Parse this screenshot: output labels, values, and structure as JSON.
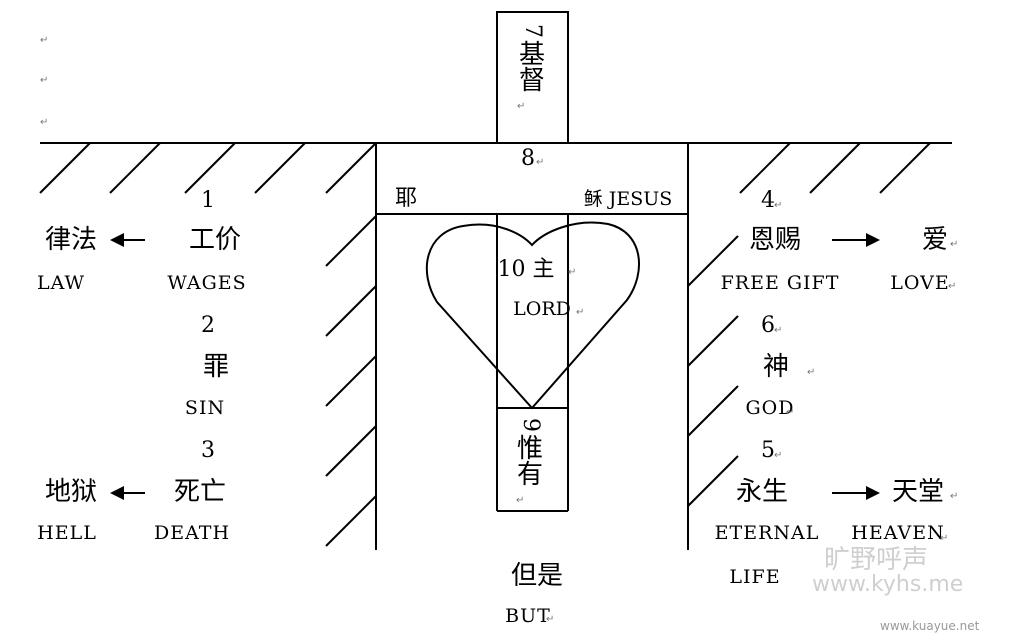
{
  "cross_top": {
    "number": "7",
    "chars": [
      "基",
      "督"
    ]
  },
  "bar_number": "8",
  "left_beam": "耶",
  "right_beam": "稣 JESUS",
  "heart": {
    "number_label": "10 主",
    "english": "LORD"
  },
  "cross_bottom": {
    "number": "9",
    "chars": [
      "惟",
      "有"
    ]
  },
  "left_column": {
    "num1": "1",
    "wages_cn": "工价",
    "wages_en": "WAGES",
    "num2": "2",
    "sin_cn": "罪",
    "sin_en": "SIN",
    "num3": "3",
    "death_cn": "死亡",
    "death_en": "DEATH",
    "law_cn": "律法",
    "law_en": "LAW",
    "hell_cn": "地狱",
    "hell_en": "HELL"
  },
  "right_column": {
    "num4": "4",
    "gift_cn": "恩赐",
    "gift_en": "FREE GIFT",
    "love_cn": "爱",
    "love_en": "LOVE",
    "num6": "6",
    "god_cn": "神",
    "god_en": "GOD",
    "num5": "5",
    "life_cn": "永生",
    "life_en_1": "ETERNAL",
    "life_en_2": "LIFE",
    "heaven_cn": "天堂",
    "heaven_en": "HEAVEN"
  },
  "bottom": {
    "but_cn": "但是",
    "but_en": "BUT"
  },
  "watermarks": {
    "brand_cn": "旷野呼声",
    "brand_url": "www.kyhs.me",
    "corner_url": "www.kuayue.net"
  },
  "colors": {
    "line": "#000000",
    "watermark": "#cfcfcf"
  }
}
